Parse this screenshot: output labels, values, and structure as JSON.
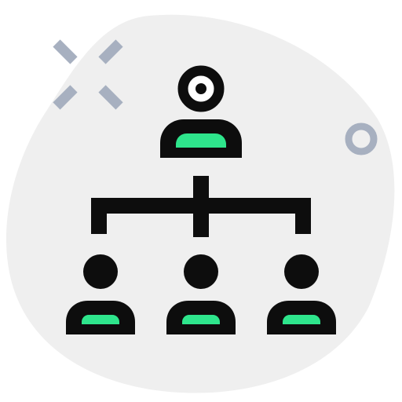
{
  "icon": {
    "name": "organization-hierarchy-icon",
    "colors": {
      "background": "#ffffff",
      "blob": "#efefef",
      "outline": "#0d0d0d",
      "body_fill": "#2ee58c",
      "body_fill_dark": "#1fcf78",
      "sparkle": "#a7b0c0",
      "ring": "#a7b0c0"
    },
    "nodes": [
      {
        "role": "manager"
      },
      {
        "role": "member-left"
      },
      {
        "role": "member-center"
      },
      {
        "role": "member-right"
      }
    ]
  }
}
